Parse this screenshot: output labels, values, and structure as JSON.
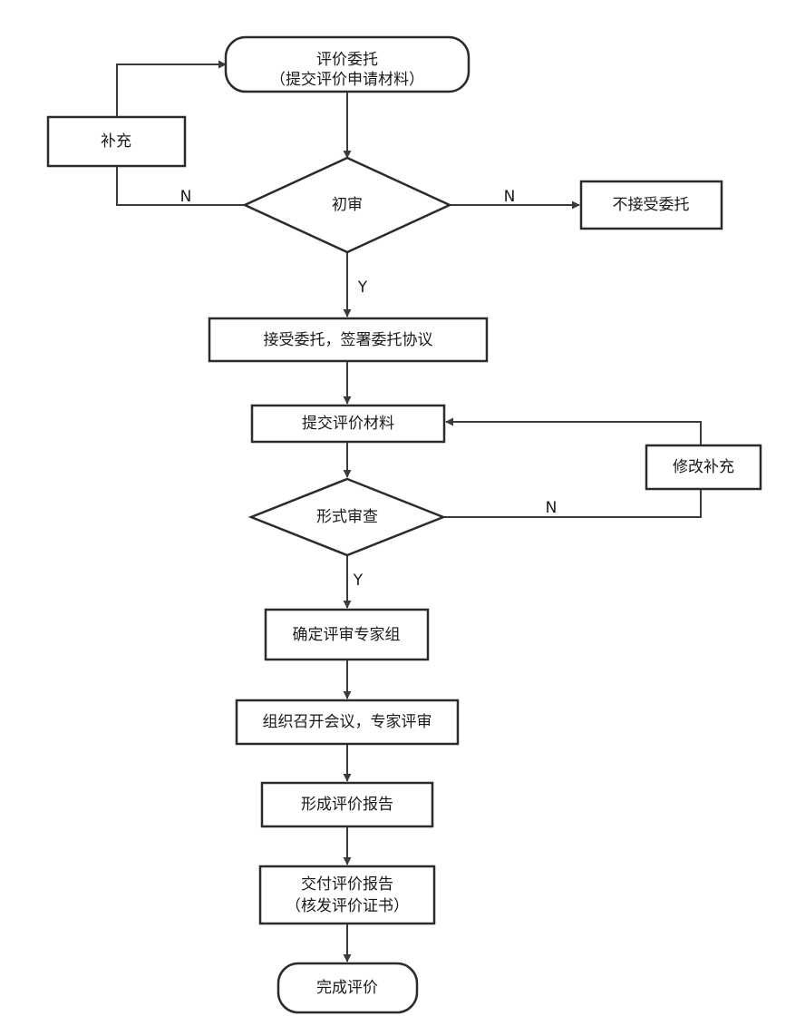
{
  "nodes": {
    "start": {
      "line1": "评价委托",
      "line2": "（提交评价申请材料）"
    },
    "supplement": {
      "text": "补充"
    },
    "initial_review": {
      "text": "初审"
    },
    "reject": {
      "text": "不接受委托"
    },
    "accept": {
      "text": "接受委托，签署委托协议"
    },
    "submit_materials": {
      "text": "提交评价材料"
    },
    "modify": {
      "text": "修改补充"
    },
    "formal_review": {
      "text": "形式审查"
    },
    "expert_group": {
      "text": "确定评审专家组"
    },
    "meeting": {
      "text": "组织召开会议，专家评审"
    },
    "report": {
      "text": "形成评价报告"
    },
    "deliver": {
      "line1": "交付评价报告",
      "line2": "（核发评价证书）"
    },
    "end": {
      "text": "完成评价"
    }
  },
  "edge_labels": {
    "initial_no_left": "N",
    "initial_no_right": "N",
    "initial_yes": "Y",
    "formal_no": "N",
    "formal_yes": "Y"
  }
}
